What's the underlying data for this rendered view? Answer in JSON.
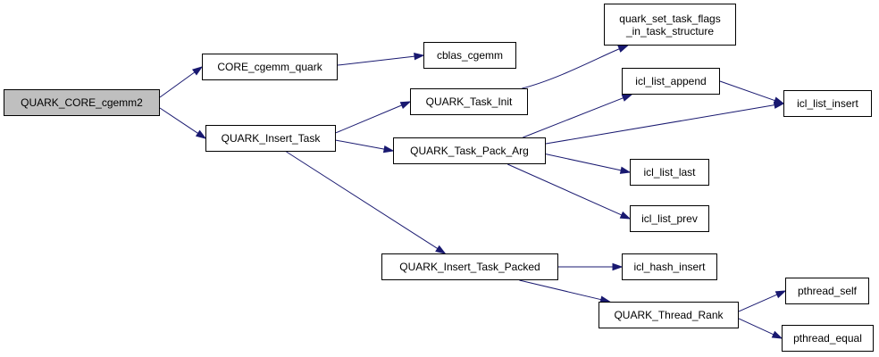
{
  "graph": {
    "root_fill": "#bfbfbf",
    "edge_color": "#191970",
    "nodes": {
      "root": "QUARK_CORE_cgemm2",
      "core_cgemm_quark": "CORE_cgemm_quark",
      "cblas_cgemm": "cblas_cgemm",
      "quark_insert_task": "QUARK_Insert_Task",
      "quark_task_init": "QUARK_Task_Init",
      "quark_set_task_flags_line1": "quark_set_task_flags",
      "quark_set_task_flags_line2": "_in_task_structure",
      "quark_task_pack_arg": "QUARK_Task_Pack_Arg",
      "icl_list_append": "icl_list_append",
      "icl_list_insert": "icl_list_insert",
      "icl_list_last": "icl_list_last",
      "icl_list_prev": "icl_list_prev",
      "quark_insert_task_packed": "QUARK_Insert_Task_Packed",
      "icl_hash_insert": "icl_hash_insert",
      "quark_thread_rank": "QUARK_Thread_Rank",
      "pthread_self": "pthread_self",
      "pthread_equal": "pthread_equal"
    },
    "edges": [
      [
        "root",
        "core_cgemm_quark"
      ],
      [
        "root",
        "quark_insert_task"
      ],
      [
        "core_cgemm_quark",
        "cblas_cgemm"
      ],
      [
        "quark_insert_task",
        "quark_task_init"
      ],
      [
        "quark_insert_task",
        "quark_task_pack_arg"
      ],
      [
        "quark_insert_task",
        "quark_insert_task_packed"
      ],
      [
        "quark_task_init",
        "quark_set_task_flags"
      ],
      [
        "quark_task_pack_arg",
        "icl_list_append"
      ],
      [
        "quark_task_pack_arg",
        "icl_list_insert"
      ],
      [
        "quark_task_pack_arg",
        "icl_list_last"
      ],
      [
        "quark_task_pack_arg",
        "icl_list_prev"
      ],
      [
        "icl_list_append",
        "icl_list_insert"
      ],
      [
        "quark_insert_task_packed",
        "icl_hash_insert"
      ],
      [
        "quark_insert_task_packed",
        "quark_thread_rank"
      ],
      [
        "quark_thread_rank",
        "pthread_self"
      ],
      [
        "quark_thread_rank",
        "pthread_equal"
      ]
    ]
  }
}
